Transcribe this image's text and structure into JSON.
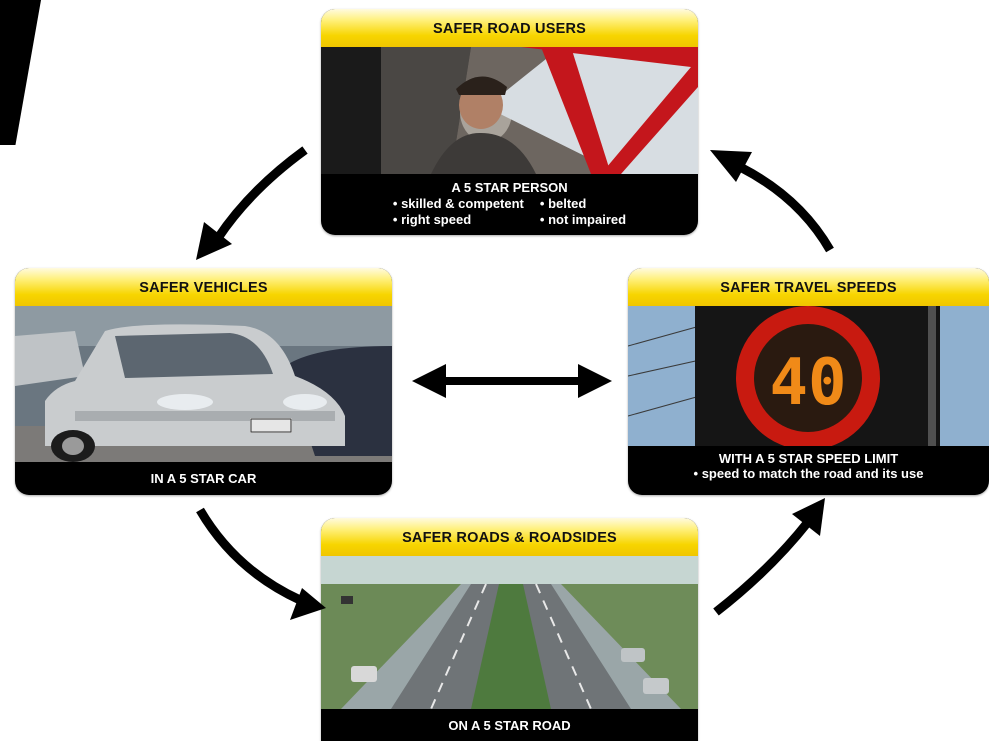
{
  "cards": {
    "road_users": {
      "title": "SAFER ROAD USERS",
      "caption_head": "A 5 STAR PERSON",
      "bullets": [
        "skilled & competent",
        "belted",
        "right speed",
        "not impaired"
      ]
    },
    "vehicles": {
      "title": "SAFER VEHICLES",
      "caption_head": "IN A 5 STAR CAR"
    },
    "travel_speeds": {
      "title": "SAFER TRAVEL SPEEDS",
      "caption_head": "WITH A 5 STAR SPEED LIMIT",
      "bullet": "speed to match the road and its use",
      "sign_value": "40"
    },
    "roads": {
      "title": "SAFER ROADS & ROADSIDES",
      "caption_head": "ON A 5 STAR ROAD"
    }
  },
  "colors": {
    "title_yellow": "#f7d500",
    "caption_bg": "#000000",
    "sign_ring": "#c81a10",
    "sign_digits": "#f08a18"
  },
  "icons": [
    "curved-arrow-icon",
    "double-arrow-icon"
  ]
}
